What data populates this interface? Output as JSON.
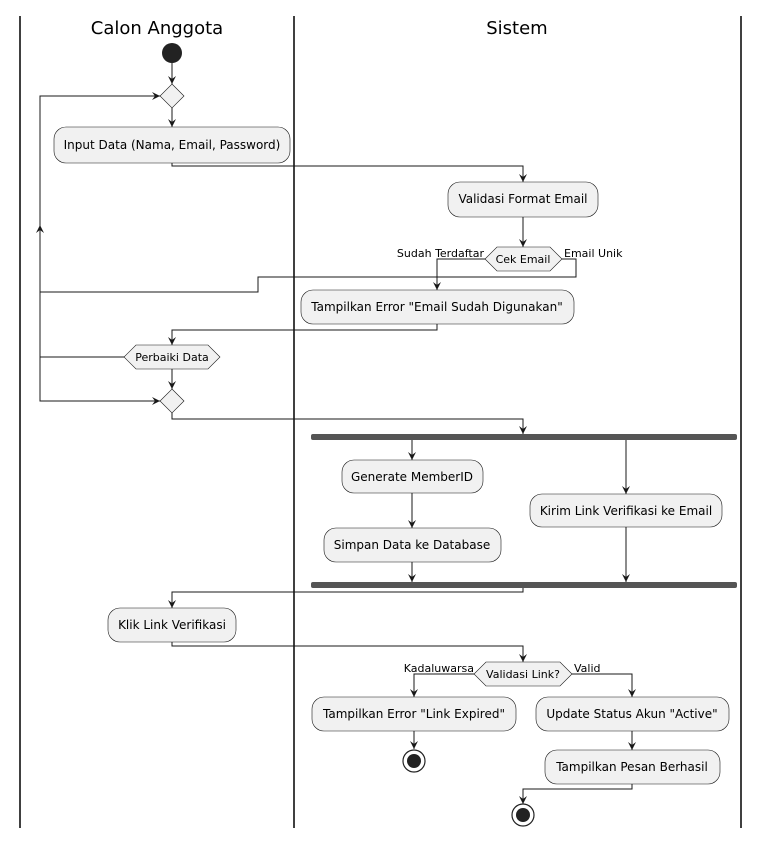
{
  "colors": {
    "node_fill": "#f1f1f1",
    "node_stroke": "#181818",
    "fork_bar": "#555555",
    "start_end": "#222222"
  },
  "lanes": {
    "calon_anggota": "Calon Anggota",
    "sistem": "Sistem"
  },
  "nodes": {
    "input_data": "Input Data (Nama, Email, Password)",
    "validasi_format": "Validasi Format Email",
    "cek_email": "Cek Email",
    "tampilkan_error_email": "Tampilkan Error \"Email Sudah Digunakan\"",
    "perbaiki_data": "Perbaiki Data",
    "generate_memberid": "Generate MemberID",
    "simpan_data": "Simpan Data ke Database",
    "kirim_link": "Kirim Link Verifikasi ke Email",
    "klik_link": "Klik Link Verifikasi",
    "validasi_link": "Validasi Link?",
    "tampilkan_error_link": "Tampilkan Error \"Link Expired\"",
    "update_status": "Update Status Akun \"Active\"",
    "tampilkan_pesan": "Tampilkan Pesan Berhasil"
  },
  "branch_labels": {
    "sudah_terdaftar": "Sudah Terdaftar",
    "email_unik": "Email Unik",
    "kadaluwarsa": "Kadaluwarsa",
    "valid": "Valid"
  }
}
